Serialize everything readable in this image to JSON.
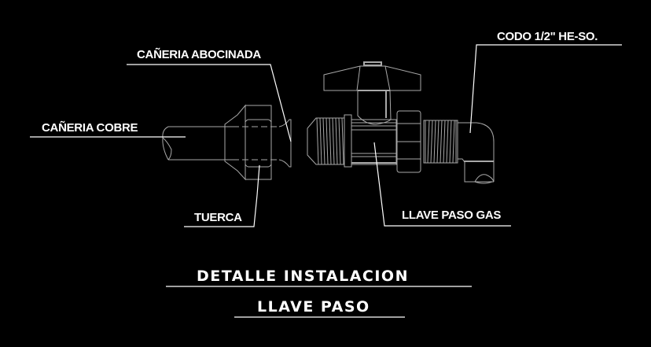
{
  "drawing": {
    "background": "#000000",
    "line_color": "#a8a8a8",
    "text_color": "#ffffff",
    "labels": {
      "caneria_abocinada": "CAÑERIA ABOCINADA",
      "caneria_cobre": "CAÑERIA COBRE",
      "tuerca": "TUERCA",
      "codo": "CODO 1/2\" HE-SO.",
      "llave_paso_gas": "LLAVE PASO GAS"
    },
    "title": {
      "line1": "DETALLE INSTALACION",
      "line2": "LLAVE PASO"
    }
  }
}
